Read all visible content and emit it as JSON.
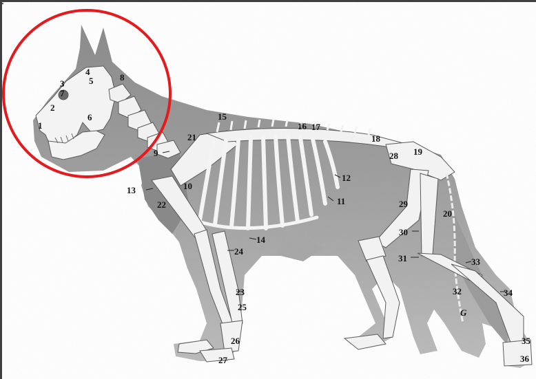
{
  "figure": {
    "highlight_color": "#e41a1c",
    "body_color": "#8f8f8f",
    "bone_color": "#f4f4f4",
    "labels": {
      "n1": "1",
      "n2": "2",
      "n3": "3",
      "n4": "4",
      "n5": "5",
      "n6": "6",
      "n7": "7",
      "n8": "8",
      "n9": "9",
      "n10": "10",
      "n11": "11",
      "n12": "12",
      "n13": "13",
      "n14": "14",
      "n15": "15",
      "n16": "16",
      "n17": "17",
      "n18": "18",
      "n19": "19",
      "n20": "20",
      "n21": "21",
      "n22": "22",
      "n23": "23",
      "n24": "24",
      "n25": "25",
      "n26": "26",
      "n27": "27",
      "n28": "28",
      "n29": "29",
      "n30": "30",
      "n31": "31",
      "n32": "32",
      "n33": "33",
      "n34": "34",
      "n35": "35",
      "n36": "36",
      "n37": "G"
    }
  }
}
